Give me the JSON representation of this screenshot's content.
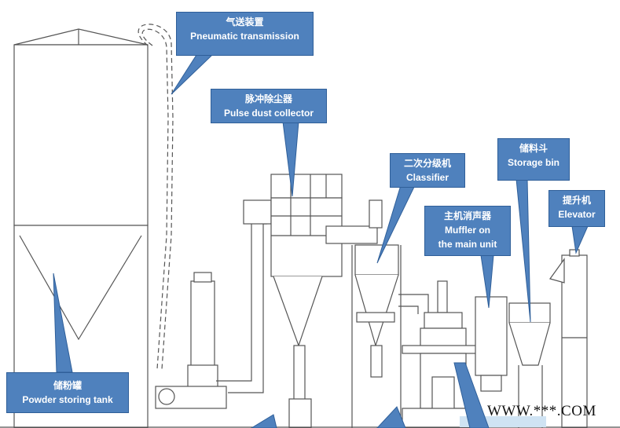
{
  "labels": {
    "pneumatic": {
      "zh": "气送装置",
      "en": "Pneumatic transmission"
    },
    "pulse": {
      "zh": "脉冲除尘器",
      "en": "Pulse dust collector"
    },
    "classifier": {
      "zh": "二次分级机",
      "en": "Classifier"
    },
    "storage_bin": {
      "zh": "储料斗",
      "en": "Storage bin"
    },
    "elevator": {
      "zh": "提升机",
      "en": "Elevator"
    },
    "muffler": {
      "zh": "主机消声器",
      "en_line1": "Muffler on",
      "en_line2": "the main unit"
    },
    "tank": {
      "zh": "储粉罐",
      "en": "Powder storing tank"
    }
  },
  "watermark": "WWW.***.COM",
  "colors": {
    "callout_fill": "#4f81bd",
    "callout_border": "#2f5f99",
    "line": "#555555",
    "window": "#cfe3f3"
  }
}
